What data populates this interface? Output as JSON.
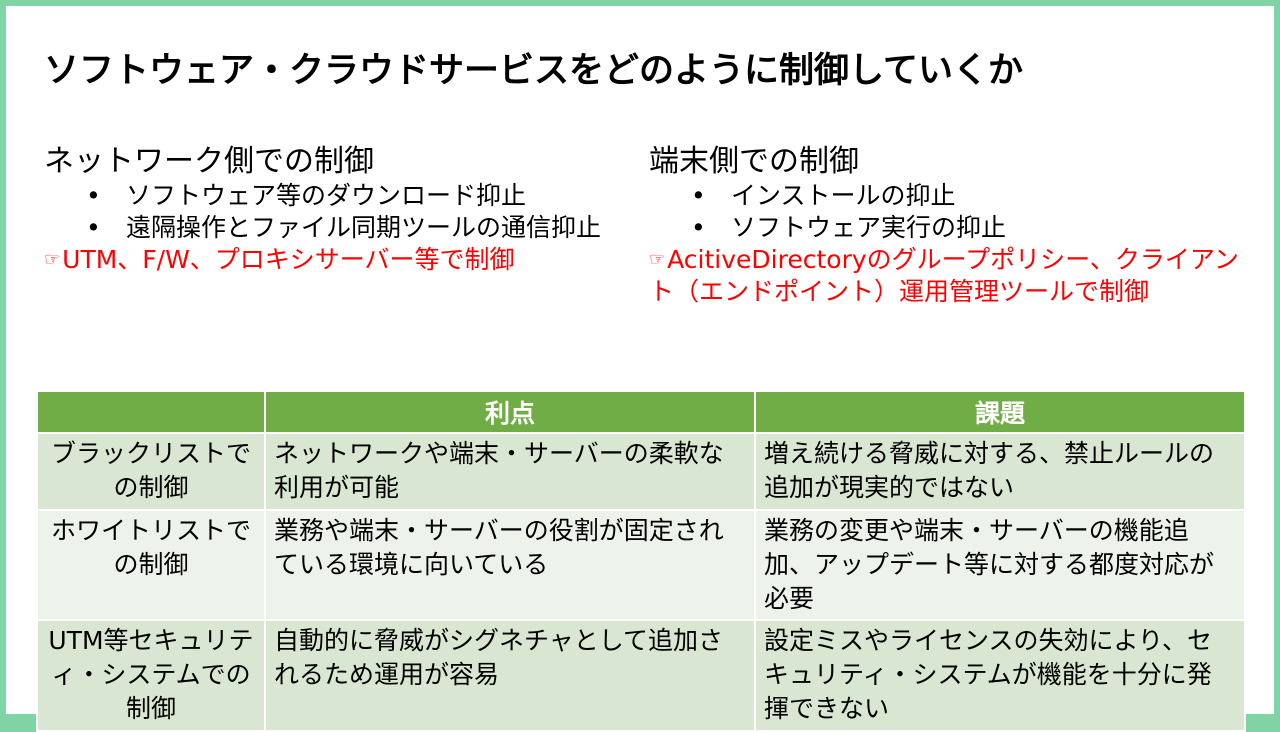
{
  "title": "ソフトウェア・クラウドサービスをどのように制御していくか",
  "network": {
    "heading": "ネットワーク側での制御",
    "bullet_symbol": "•",
    "items": [
      "ソフトウェア等のダウンロード抑止",
      "遠隔操作とファイル同期ツールの通信抑止"
    ],
    "note_icon": "☞",
    "note": "UTM、F/W、プロキシサーバー等で制御",
    "note_color": "#ff0000"
  },
  "endpoint": {
    "heading": "端末側での制御",
    "bullet_symbol": "•",
    "items": [
      "インストールの抑止",
      "ソフトウェア実行の抑止"
    ],
    "note_icon": "☞",
    "note": "AcitiveDirectoryのグループポリシー、クライアント（エンドポイント）運用管理ツールで制御",
    "note_color": "#ff0000"
  },
  "table": {
    "header_color": "#70ad47",
    "headers": [
      "",
      "利点",
      "課題"
    ],
    "rows": [
      {
        "label": "ブラックリストでの制御",
        "merit": "ネットワークや端末・サーバーの柔軟な利用が可能",
        "issue": "増え続ける脅威に対する、禁止ルールの追加が現実的ではない"
      },
      {
        "label": "ホワイトリストでの制御",
        "merit": "業務や端末・サーバーの役割が固定されている環境に向いている",
        "issue": "業務の変更や端末・サーバーの機能追加、アップデート等に対する都度対応が必要"
      },
      {
        "label": "UTM等セキュリティ・システムでの制御",
        "merit": "自動的に脅威がシグネチャとして追加されるため運用が容易",
        "issue": "設定ミスやライセンスの失効により、セキュリティ・システムが機能を十分に発揮できない"
      }
    ]
  }
}
